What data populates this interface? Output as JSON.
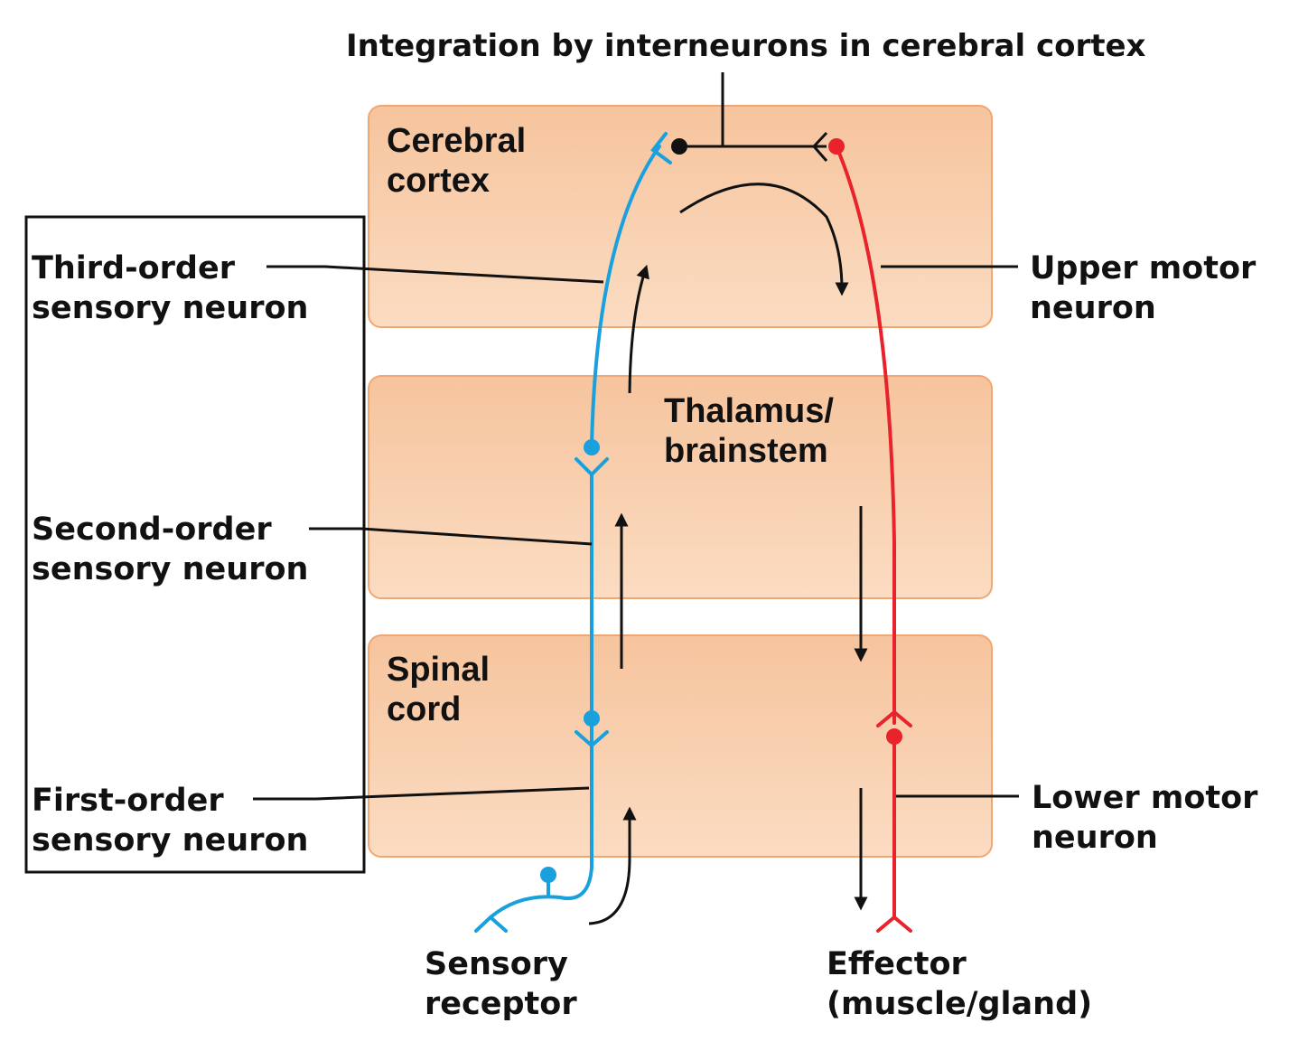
{
  "title": "Integration by interneurons in cerebral cortex",
  "regions": {
    "cortex": [
      "Cerebral",
      "cortex"
    ],
    "thalamus": [
      "Thalamus/",
      "brainstem"
    ],
    "spinal": [
      "Spinal",
      "cord"
    ]
  },
  "labels": {
    "third_order": [
      "Third-order",
      "sensory neuron"
    ],
    "second_order": [
      "Second-order",
      "sensory neuron"
    ],
    "first_order": [
      "First-order",
      "sensory neuron"
    ],
    "upper_motor": [
      "Upper motor",
      "neuron"
    ],
    "lower_motor": [
      "Lower motor",
      "neuron"
    ],
    "receptor": [
      "Sensory",
      "receptor"
    ],
    "effector": [
      "Effector",
      "(muscle/gland)"
    ]
  },
  "colors": {
    "sensory": "#1aa0dc",
    "motor": "#e8232b",
    "interneuron": "#111111",
    "region_fill": "#f9cfaa"
  }
}
